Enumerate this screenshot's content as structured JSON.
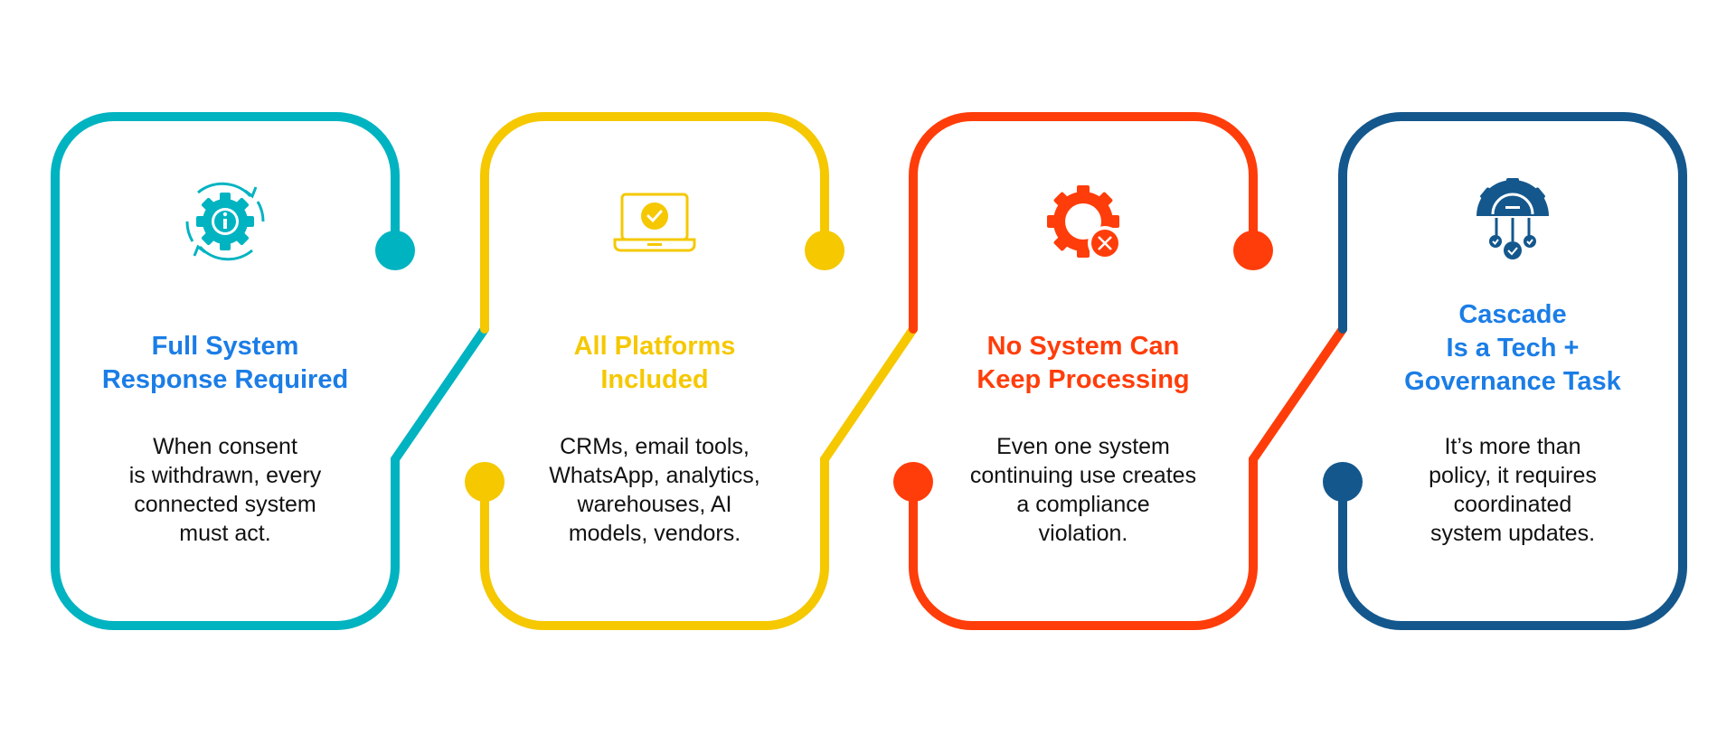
{
  "colors": {
    "teal": "#00b3c1",
    "yellow": "#f5c800",
    "red": "#ff3d0a",
    "navy": "#14578c",
    "title": "#1b7de6"
  },
  "steps": [
    {
      "icon": "gear-info-refresh-icon",
      "title": "Full System\nResponse Required",
      "body": "When consent\nis withdrawn, every\nconnected system\nmust act."
    },
    {
      "icon": "laptop-check-icon",
      "title": "All Platforms\nIncluded",
      "body": "CRMs, email tools,\nWhatsApp, analytics,\nwarehouses, AI\nmodels, vendors."
    },
    {
      "icon": "gear-x-icon",
      "title": "No System Can\nKeep Processing",
      "body": "Even one system\ncontinuing use creates\na compliance\nviolation."
    },
    {
      "icon": "gear-governance-check-icon",
      "title": "Cascade\nIs a Tech +\nGovernance Task",
      "body": "It’s more than\npolicy, it requires\ncoordinated\nsystem updates."
    }
  ]
}
